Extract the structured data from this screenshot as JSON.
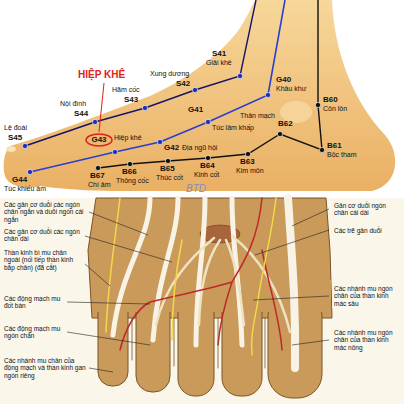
{
  "diagram": {
    "nodes": [
      {
        "text": [
          "G43"
        ]
      }
    ],
    "labels": [
      "HIỆP KHÊ",
      "S41",
      "Giải khê",
      "G40",
      "Khâu khư",
      "Xung dương",
      "S42",
      "Hãm cốc",
      "S43",
      "Nội đình",
      "S44",
      "G41",
      "Túc lâm khấp",
      "Lệ đoài",
      "S45",
      "Hiệp khê",
      "G42",
      "Địa ngũ hội",
      "Thân mạch",
      "B62",
      "B60",
      "Côn lôn",
      "B61",
      "Bộc tham",
      "B63",
      "Kim môn",
      "B64",
      "Kinh cốt",
      "B65",
      "Thúc cốt",
      "B66",
      "Thông cốc",
      "B67",
      "Chí âm",
      "G44",
      "Túc khiếu âm",
      "BTD",
      "Các gân cơ duỗi các ngón chân ngắn và duỗi ngón cái ngắn",
      "Gân cơ duỗi ngón chân cái dài",
      "Các trẽ gân duỗi",
      "Các gân cơ duỗi các ngón chân dài",
      "Thần kinh bì mu chân ngoài (nối tiếp thần kinh bắp chân) (đã cắt)",
      "Các nhánh mu ngón chân của thần kinh mác sâu",
      "Các động mạch mu đốt bàn",
      "Các động mạch mu ngón chân",
      "Các nhánh mu ngón chân của thần kinh mác nông",
      "Các nhánh mu chân của động mạch và thần kinh gan ngón riêng"
    ]
  }
}
